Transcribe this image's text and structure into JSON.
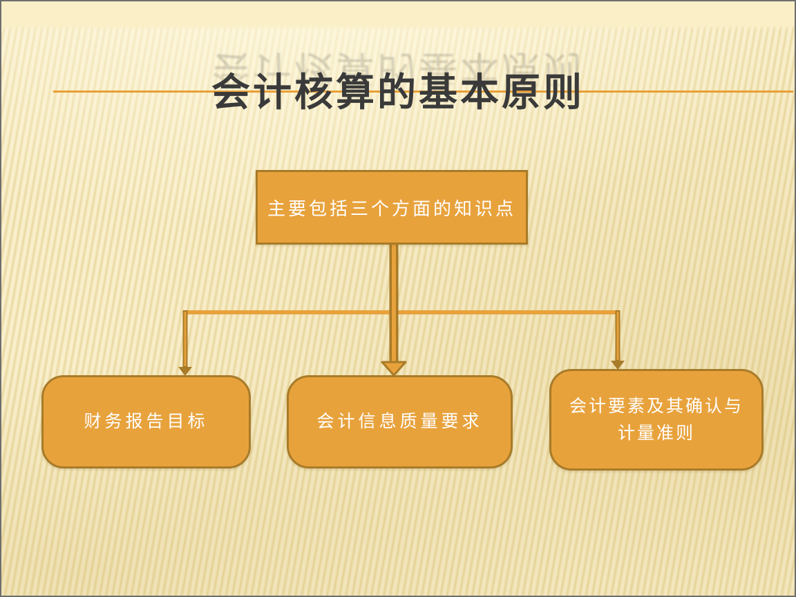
{
  "slide": {
    "title": "会计核算的基本原则",
    "diagram": {
      "root_label": "主要包括三个方面的知识点",
      "children": [
        {
          "label": "财务报告目标"
        },
        {
          "label": "会计信息质量要求"
        },
        {
          "label": "会计要素及其确认与计量准则"
        }
      ]
    },
    "colors": {
      "shape_fill": "#E8A23C",
      "shape_border": "#A87B28",
      "shape_text": "#FFFFFF",
      "accent_line": "#E89F35",
      "title_text": "#3A3A3A",
      "background_base": "#F6E9BC",
      "background_top_band": "#FBEFC8"
    }
  }
}
